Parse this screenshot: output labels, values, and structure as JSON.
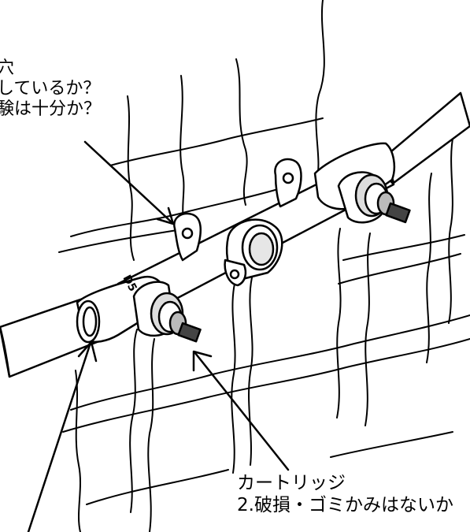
{
  "labels": {
    "top": {
      "line1": "穴",
      "line2": "しているか？",
      "line3": "験は十分か？"
    },
    "cartridge": {
      "title": "カートリッジ",
      "check": "2.破損・ゴミかみはないか"
    }
  },
  "parts": {
    "fitting_marking": "D5"
  },
  "colors": {
    "line": "#000000",
    "background": "#ffffff"
  }
}
